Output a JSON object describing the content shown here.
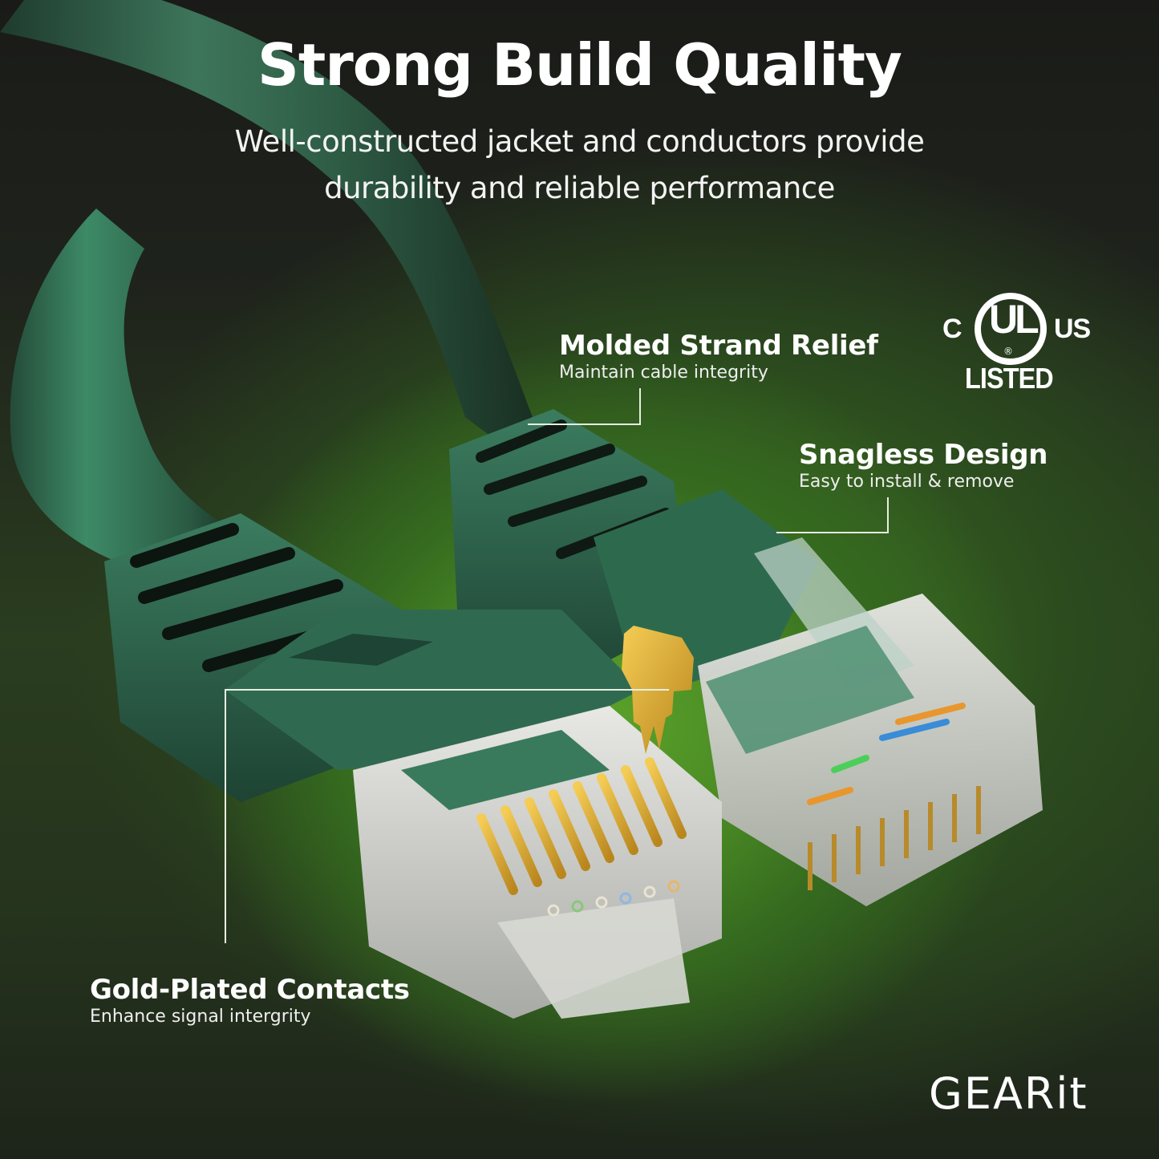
{
  "header": {
    "title": "Strong Build Quality",
    "subtitle_line1": "Well-constructed jacket and conductors provide",
    "subtitle_line2": "durability and reliable performance"
  },
  "callouts": [
    {
      "title": "Molded Strand Relief",
      "description": "Maintain cable integrity"
    },
    {
      "title": "Snagless Design",
      "description": "Easy to install & remove"
    },
    {
      "title": "Gold-Plated Contacts",
      "description": "Enhance signal intergrity"
    }
  ],
  "certification": {
    "icon": "ul-listed-icon",
    "left_mark": "C",
    "center_mark": "UL",
    "registered": "®",
    "right_mark": "US",
    "label": "LISTED"
  },
  "brand": {
    "name": "GEARit"
  },
  "colors": {
    "background_dark": "#1b1c19",
    "background_glow": "#5aa12a",
    "cable_green": "#2f6b4f",
    "boot_green": "#2c5f46",
    "gold_contact": "#e2b23a",
    "plug_clear": "#cfd2cc",
    "text": "#ffffff"
  },
  "product_illustration": {
    "icons": [
      "ethernet-cable-icon",
      "rj45-connector-icon",
      "gold-contact-pin-icon"
    ]
  }
}
